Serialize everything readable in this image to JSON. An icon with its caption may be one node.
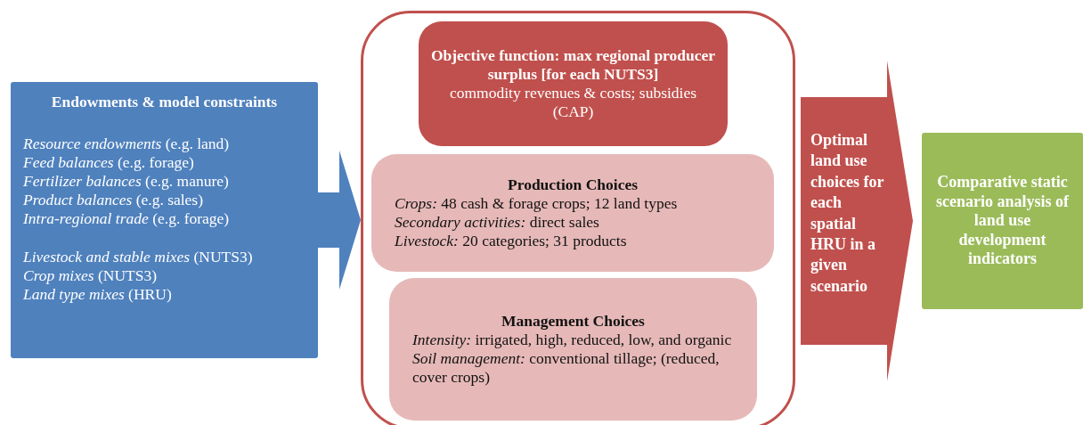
{
  "diagram": {
    "nodes": [
      {
        "text": [
          "Endowments & model constraints",
          "*Resource endowments* (e.g. land)",
          "*Feed balances* (e.g. forage)",
          "*Fertilizer balances* (e.g. manure)",
          "*Product balances* (e.g. sales)",
          "*Intra-regional trade* (e.g. forage)",
          "*Livestock and stable mixes* (NUTS3)",
          "*Crop mixes* (NUTS3)",
          "*Land type mixes* (HRU)"
        ]
      },
      {
        "text": [],
        "shape": "box"
      },
      {
        "text": [
          "Objective function: max regional producer surplus [for each NUTS3]",
          "commodity revenues & costs; subsidies (CAP)"
        ],
        "in": 1
      },
      {
        "text": [
          "Production Choices",
          "*Crops:* 48 cash & forage crops;  12 land types",
          "*Secondary activities:* direct sales",
          "*Livestock:* 20 categories; 31 products"
        ],
        "in": 1
      },
      {
        "text": [
          "Management Choices",
          "*Intensity:* irrigated, high, reduced, low, and organic",
          "*Soil management:* conventional tillage; (reduced, cover crops)"
        ],
        "in": 1
      },
      {
        "text": [
          "Comparative static scenario analysis of land use development indicators"
        ]
      }
    ],
    "edges": [
      {
        "from": 0,
        "to": 1,
        "arrow": "to",
        "style": "thick",
        "color": "#4f81bd"
      },
      {
        "from": 1,
        "to": 5,
        "arrow": "to",
        "style": "thick",
        "color": "#c0504d",
        "label": "Optimal land use choices for each spatial HRU in a given scenario"
      }
    ]
  }
}
